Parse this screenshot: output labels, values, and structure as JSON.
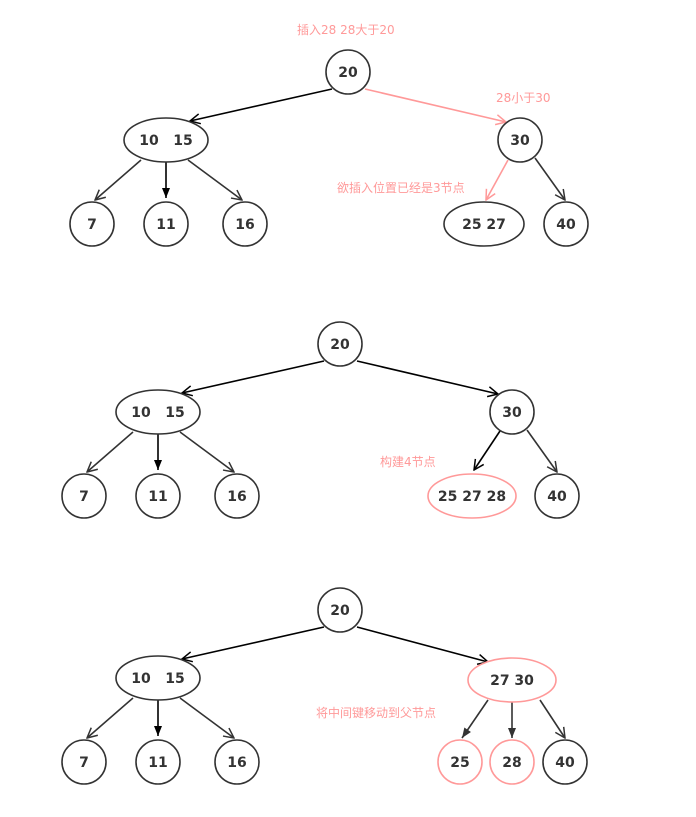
{
  "colors": {
    "normal": "#333333",
    "highlight": "#ff9999",
    "edge": "#000000"
  },
  "diagrams": [
    {
      "nodes": [
        "20",
        "10   15",
        "30",
        "7",
        "11",
        "16",
        "25 27",
        "40"
      ],
      "annotations": [
        "插入28 28大于20",
        "28小于30",
        "欲插入位置已经是3节点"
      ]
    },
    {
      "nodes": [
        "20",
        "10   15",
        "30",
        "7",
        "11",
        "16",
        "25 27 28",
        "40"
      ],
      "annotations": [
        "构建4节点"
      ]
    },
    {
      "nodes": [
        "20",
        "10   15",
        "27 30",
        "7",
        "11",
        "16",
        "25",
        "28",
        "40"
      ],
      "annotations": [
        "将中间键移动到父节点"
      ]
    }
  ]
}
